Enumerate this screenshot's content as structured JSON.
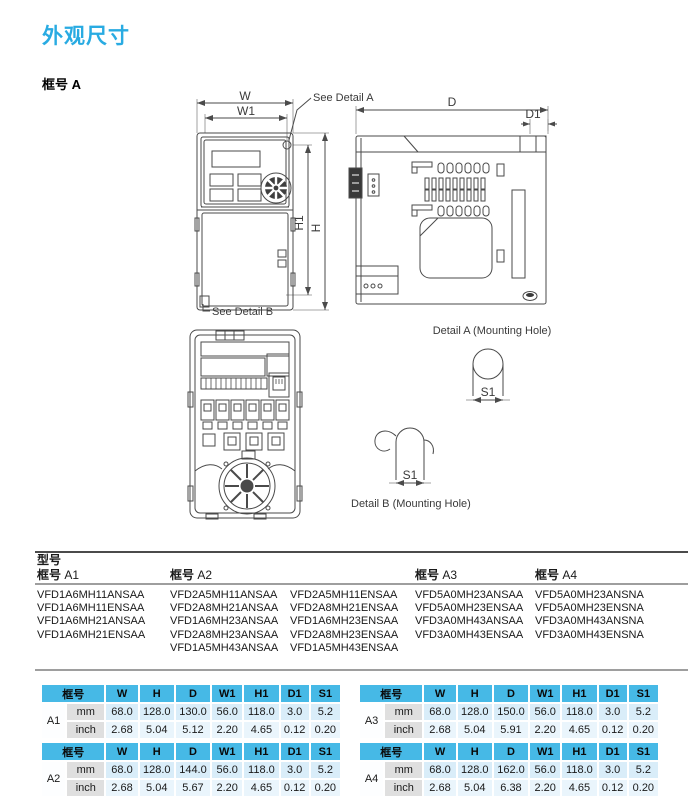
{
  "page": {
    "title": "外观尺寸",
    "frame_label": "框号 A"
  },
  "drawing": {
    "dim_labels": {
      "w": "W",
      "w1": "W1",
      "h": "H",
      "h1": "H1",
      "d": "D",
      "d1": "D1",
      "s1": "S1"
    },
    "see_detail_a": "See Detail A",
    "see_detail_b": "See Detail B",
    "detail_a_title": "Detail A (Mounting Hole)",
    "detail_b_title": "Detail B (Mounting Hole)"
  },
  "model_list": {
    "title": "型号",
    "frame_prefix": "框号",
    "col_headers": [
      "A1",
      "A2",
      "A3",
      "A4"
    ],
    "columns": [
      [
        "VFD1A6MH11ANSAA",
        "VFD1A6MH11ENSAA",
        "VFD1A6MH21ANSAA",
        "VFD1A6MH21ENSAA"
      ],
      [
        "VFD2A5MH11ANSAA",
        "VFD2A8MH21ANSAA",
        "VFD1A6MH23ANSAA",
        "VFD2A8MH23ANSAA",
        "VFD1A5MH43ANSAA"
      ],
      [
        "VFD2A5MH11ENSAA",
        "VFD2A8MH21ENSAA",
        "VFD1A6MH23ENSAA",
        "VFD2A8MH23ENSAA",
        "VFD1A5MH43ENSAA"
      ],
      [
        "VFD5A0MH23ANSAA",
        "VFD5A0MH23ENSAA",
        "VFD3A0MH43ANSAA",
        "VFD3A0MH43ENSAA"
      ],
      [
        "VFD5A0MH23ANSNA",
        "VFD5A0MH23ENSNA",
        "VFD3A0MH43ANSNA",
        "VFD3A0MH43ENSNA"
      ]
    ]
  },
  "dimension_tables": {
    "frame_header": "框号",
    "columns": [
      "W",
      "H",
      "D",
      "W1",
      "H1",
      "D1",
      "S1"
    ],
    "unit_labels": [
      "mm",
      "inch"
    ],
    "tables": [
      {
        "frame": "A1",
        "mm": [
          "68.0",
          "128.0",
          "130.0",
          "56.0",
          "118.0",
          "3.0",
          "5.2"
        ],
        "inch": [
          "2.68",
          "5.04",
          "5.12",
          "2.20",
          "4.65",
          "0.12",
          "0.20"
        ]
      },
      {
        "frame": "A2",
        "mm": [
          "68.0",
          "128.0",
          "144.0",
          "56.0",
          "118.0",
          "3.0",
          "5.2"
        ],
        "inch": [
          "2.68",
          "5.04",
          "5.67",
          "2.20",
          "4.65",
          "0.12",
          "0.20"
        ]
      },
      {
        "frame": "A3",
        "mm": [
          "68.0",
          "128.0",
          "150.0",
          "56.0",
          "118.0",
          "3.0",
          "5.2"
        ],
        "inch": [
          "2.68",
          "5.04",
          "5.91",
          "2.20",
          "4.65",
          "0.12",
          "0.20"
        ]
      },
      {
        "frame": "A4",
        "mm": [
          "68.0",
          "128.0",
          "162.0",
          "56.0",
          "118.0",
          "3.0",
          "5.2"
        ],
        "inch": [
          "2.68",
          "5.04",
          "6.38",
          "2.20",
          "4.65",
          "0.12",
          "0.20"
        ]
      }
    ],
    "table_layout_order": [
      "A1",
      "A3",
      "A2",
      "A4"
    ]
  },
  "colors": {
    "title": "#29ABE2",
    "table_header_bg": "#46B9E6",
    "unit_cell_bg": "#DFDFDF",
    "row_mm_bg": "#D9EDF9",
    "row_inch_bg": "#EAF5FC",
    "drawing_stroke": "#4a4a4a"
  }
}
